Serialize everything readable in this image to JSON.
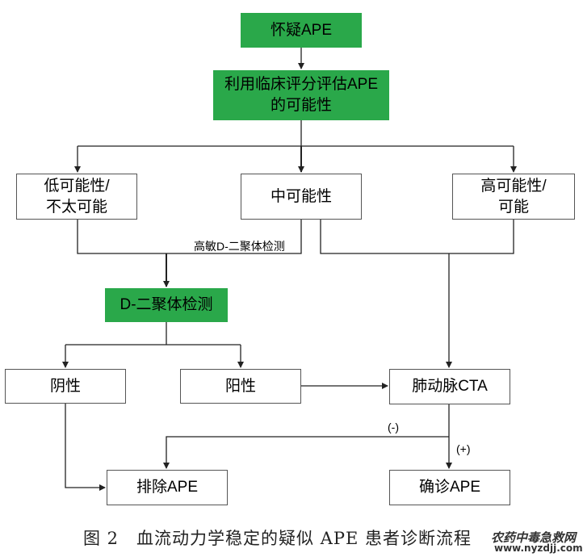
{
  "nodes": {
    "suspect_ape": "怀疑APE",
    "clinical_score": "利用临床评分评估APE\n的可能性",
    "low_probability": "低可能性/\n不太可能",
    "mid_probability": "中可能性",
    "high_probability": "高可能性/\n可能",
    "d_dimer_test": "D-二聚体检测",
    "negative": "阴性",
    "positive": "阳性",
    "ctpa": "肺动脉CTA",
    "exclude_ape": "排除APE",
    "confirm_ape": "确诊APE"
  },
  "edge_labels": {
    "high_sensitivity_d_dimer": "高敏D-二聚体检测",
    "cta_negative": "(-)",
    "cta_positive": "(+)"
  },
  "caption": "图 2　血流动力学稳定的疑似 APE 患者诊断流程",
  "watermark": {
    "line1": "农药中毒急救网",
    "line2": "www.nyzdjj.com"
  },
  "colors": {
    "highlight_box": "#2aa84a",
    "line": "#222222",
    "box_border": "#555555"
  }
}
